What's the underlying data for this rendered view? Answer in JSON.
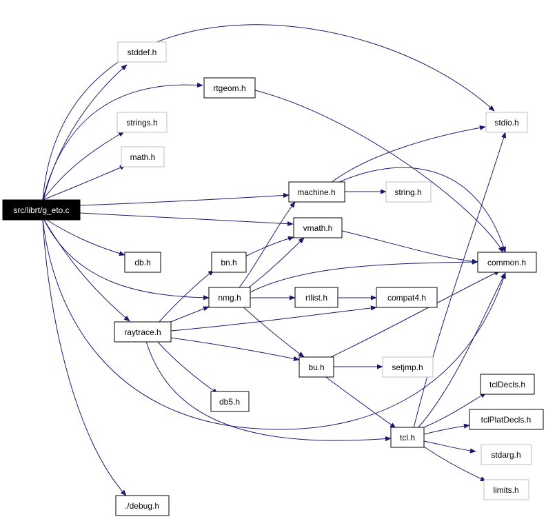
{
  "colors": {
    "edge": "#191970",
    "box_border": "#000000",
    "box_border_missing": "#bfbfbf",
    "root_fill": "#000000",
    "root_text": "#ffffff",
    "text": "#000000"
  },
  "nodes": {
    "g_eto_c": "src/librt/g_eto.c",
    "stddef_h": "stddef.h",
    "rtgeom_h": "rtgeom.h",
    "strings_h": "strings.h",
    "math_h": "math.h",
    "stdio_h": "stdio.h",
    "machine_h": "machine.h",
    "string_h": "string.h",
    "vmath_h": "vmath.h",
    "common_h": "common.h",
    "db_h": "db.h",
    "bn_h": "bn.h",
    "nmg_h": "nmg.h",
    "rtlist_h": "rtlist.h",
    "compat4_h": "compat4.h",
    "raytrace_h": "raytrace.h",
    "bu_h": "bu.h",
    "setjmp_h": "setjmp.h",
    "db5_h": "db5.h",
    "tclDecls_h": "tclDecls.h",
    "tclPlatDecls_h": "tclPlatDecls.h",
    "tcl_h": "tcl.h",
    "stdarg_h": "stdarg.h",
    "limits_h": "limits.h",
    "debug_h": "./debug.h"
  }
}
